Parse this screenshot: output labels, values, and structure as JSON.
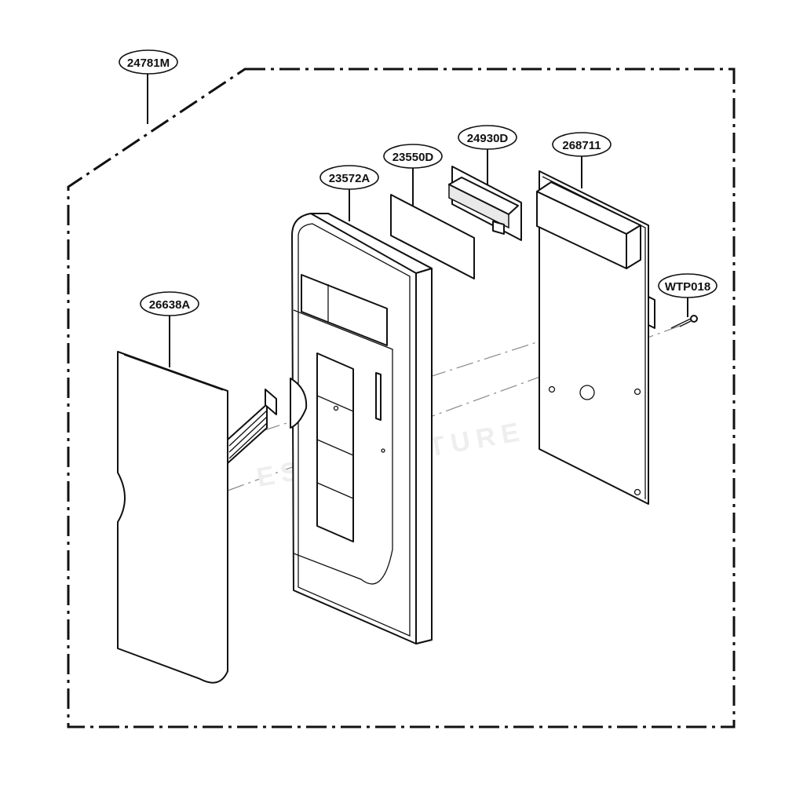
{
  "diagram": {
    "assembly_callout": "24781M",
    "parts": [
      {
        "id": "front_cover",
        "label": "26638A"
      },
      {
        "id": "control_panel",
        "label": "23572A"
      },
      {
        "id": "window",
        "label": "23550D"
      },
      {
        "id": "bracket",
        "label": "24930D"
      },
      {
        "id": "pcb",
        "label": "268711"
      },
      {
        "id": "screw",
        "label": "WTP018"
      }
    ],
    "watermark": "ESCOVENTURE"
  }
}
